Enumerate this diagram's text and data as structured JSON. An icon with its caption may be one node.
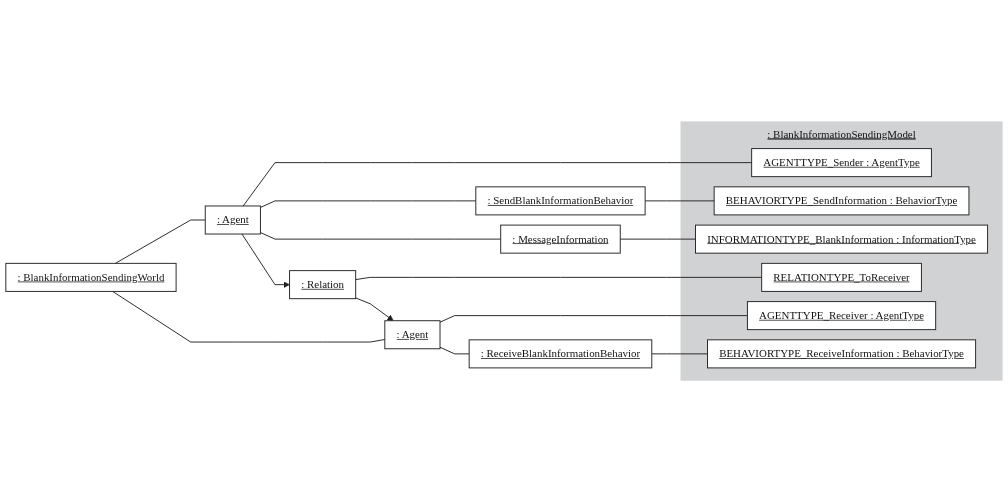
{
  "diagram": {
    "nodes": [
      {
        "text": [
          ": BlankInformationSendingWorld"
        ]
      },
      {
        "text": [
          ": BlankInformationSendingModel"
        ]
      },
      {
        "text": [
          ": Agent"
        ]
      },
      {
        "text": [
          "AGENTTYPE_Sender : AgentType"
        ],
        "in": 1
      },
      {
        "text": [
          ": SendBlankInformationBehavior"
        ]
      },
      {
        "text": [
          "BEHAVIORTYPE_SendInformation : BehaviorType"
        ],
        "in": 1
      },
      {
        "text": [
          ": MessageInformation"
        ]
      },
      {
        "text": [
          "INFORMATIONTYPE_BlankInformation : InformationType"
        ],
        "in": 1
      },
      {
        "text": [
          ": Relation"
        ]
      },
      {
        "text": [
          "RELATIONTYPE_ToReceiver"
        ],
        "in": 1
      },
      {
        "text": [
          ": Agent"
        ]
      },
      {
        "text": [
          "AGENTTYPE_Receiver : AgentType"
        ],
        "in": 1
      },
      {
        "text": [
          ": ReceiveBlankInformationBehavior"
        ]
      },
      {
        "text": [
          "BEHAVIORTYPE_ReceiveInformation : BehaviorType"
        ],
        "in": 1
      }
    ],
    "edges": [
      {
        "from": 0,
        "to": 2,
        "arrow": "none"
      },
      {
        "from": 0,
        "to": 10,
        "arrow": "none"
      },
      {
        "from": 2,
        "to": 3,
        "arrow": "none"
      },
      {
        "from": 2,
        "to": 4,
        "arrow": "none"
      },
      {
        "from": 2,
        "to": 6,
        "arrow": "none"
      },
      {
        "from": 2,
        "to": 8,
        "arrow": "to"
      },
      {
        "from": 4,
        "to": 5,
        "arrow": "none"
      },
      {
        "from": 6,
        "to": 7,
        "arrow": "none"
      },
      {
        "from": 8,
        "to": 9,
        "arrow": "none"
      },
      {
        "from": 8,
        "to": 10,
        "arrow": "to"
      },
      {
        "from": 10,
        "to": 11,
        "arrow": "none"
      },
      {
        "from": 10,
        "to": 12,
        "arrow": "none"
      },
      {
        "from": 12,
        "to": 13,
        "arrow": "none"
      }
    ]
  }
}
